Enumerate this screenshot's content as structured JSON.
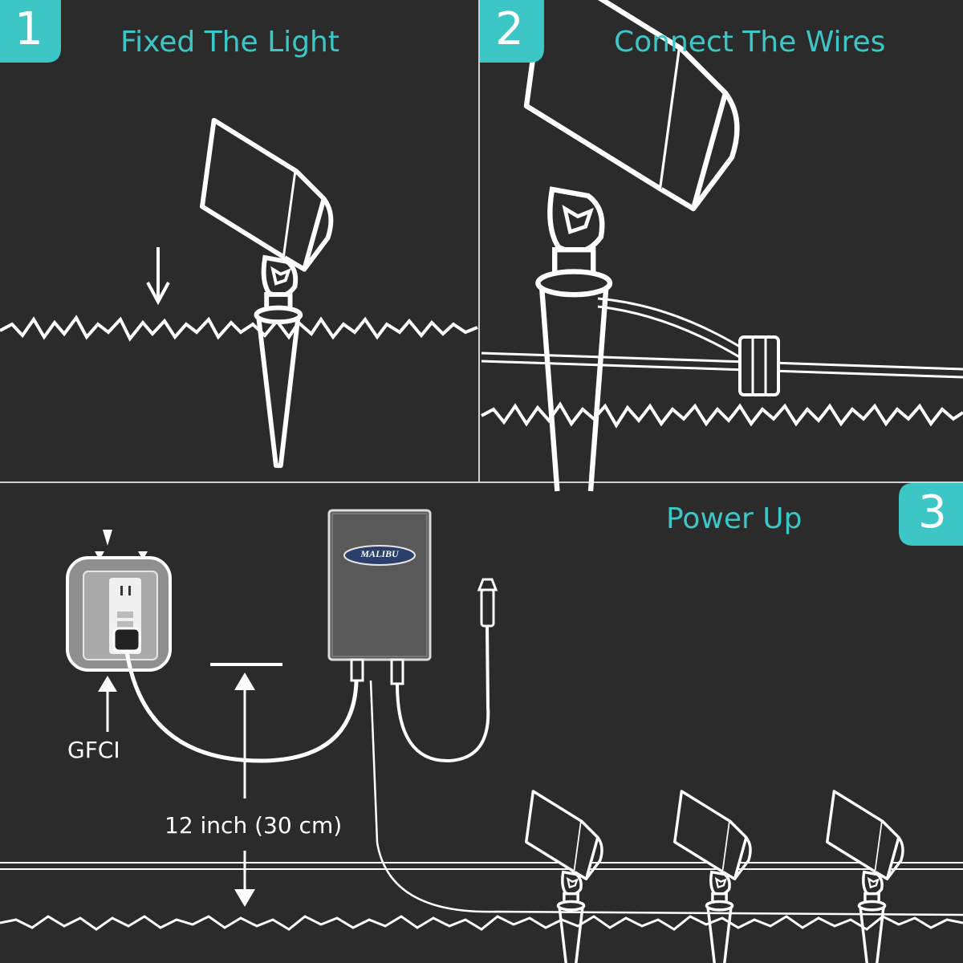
{
  "colors": {
    "background": "#2b2b2b",
    "accent": "#3cc6c6",
    "line": "#ffffff"
  },
  "steps": [
    {
      "number": "1",
      "title": "Fixed The Light"
    },
    {
      "number": "2",
      "title": "Connect The Wires"
    },
    {
      "number": "3",
      "title": "Power Up"
    }
  ],
  "labels": {
    "gfci": "GFCI",
    "distance": "12 inch  (30 cm)",
    "transformer_brand": "MALIBU"
  }
}
